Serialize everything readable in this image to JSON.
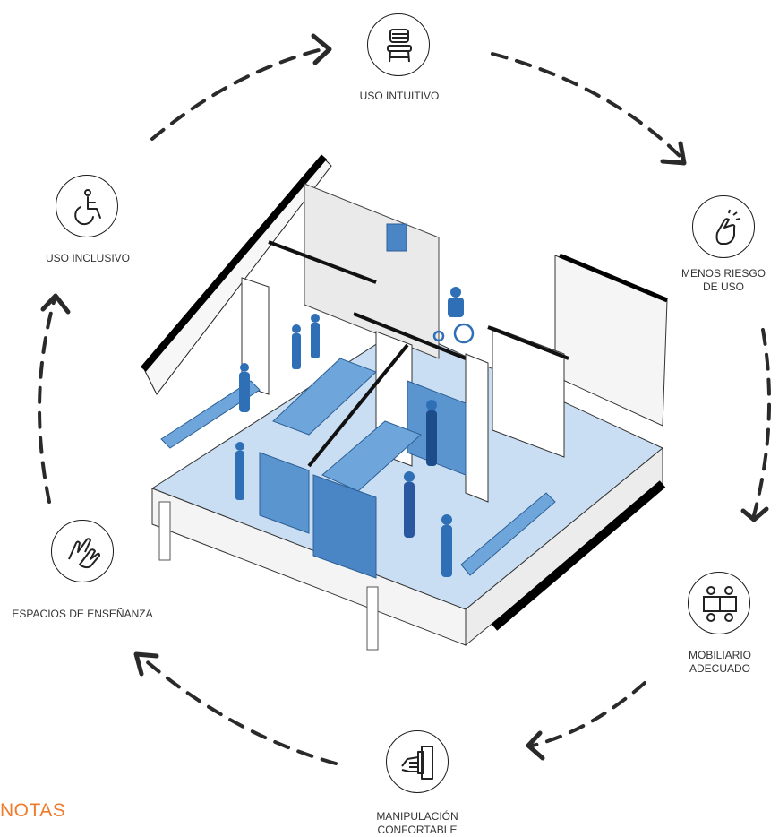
{
  "principles": {
    "top": "USO INTUITIVO",
    "top_right_1": "MENOS RIESGO",
    "top_right_2": "DE USO",
    "bottom_right_1": "MOBILIARIO",
    "bottom_right_2": "ADECUADO",
    "bottom_1": "MANIPULACIÓN",
    "bottom_2": "CONFORTABLE",
    "bottom_left": "ESPACIOS DE ENSEÑANZA",
    "top_left": "USO INCLUSIVO"
  },
  "icons": {
    "top": "chair-icon",
    "top_right": "touch-gesture-icon",
    "bottom_right": "furniture-table-icon",
    "bottom": "hand-grip-icon",
    "bottom_left": "sign-language-icon",
    "top_left": "wheelchair-icon"
  },
  "colors": {
    "accent_blue": "#3f7fc4",
    "light_blue": "#b9d4ee",
    "notes_orange": "#ef7b2d"
  },
  "notes_label": "NOTAS"
}
